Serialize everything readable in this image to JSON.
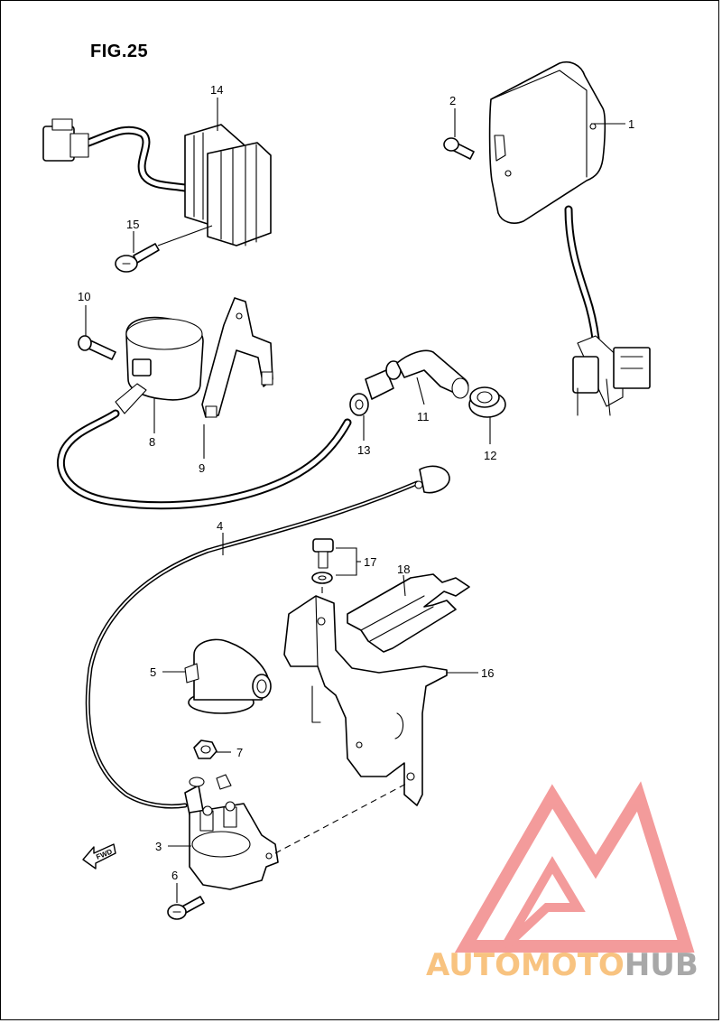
{
  "figure": {
    "title": "FIG.25",
    "fwd_label": "FWD"
  },
  "part_numbers": {
    "p1": "1",
    "p2": "2",
    "p3": "3",
    "p4": "4",
    "p5": "5",
    "p6": "6",
    "p7": "7",
    "p8": "8",
    "p9": "9",
    "p10": "10",
    "p11": "11",
    "p12": "12",
    "p13": "13",
    "p14": "14",
    "p15": "15",
    "p16": "16",
    "p17": "17",
    "p18": "18"
  },
  "watermark": {
    "text_orange": "AUTOMOTO",
    "text_gray": "HUB",
    "color_orange": "#f7b96a",
    "color_gray": "#9a9a9a",
    "color_logo": "#f28a8a"
  }
}
